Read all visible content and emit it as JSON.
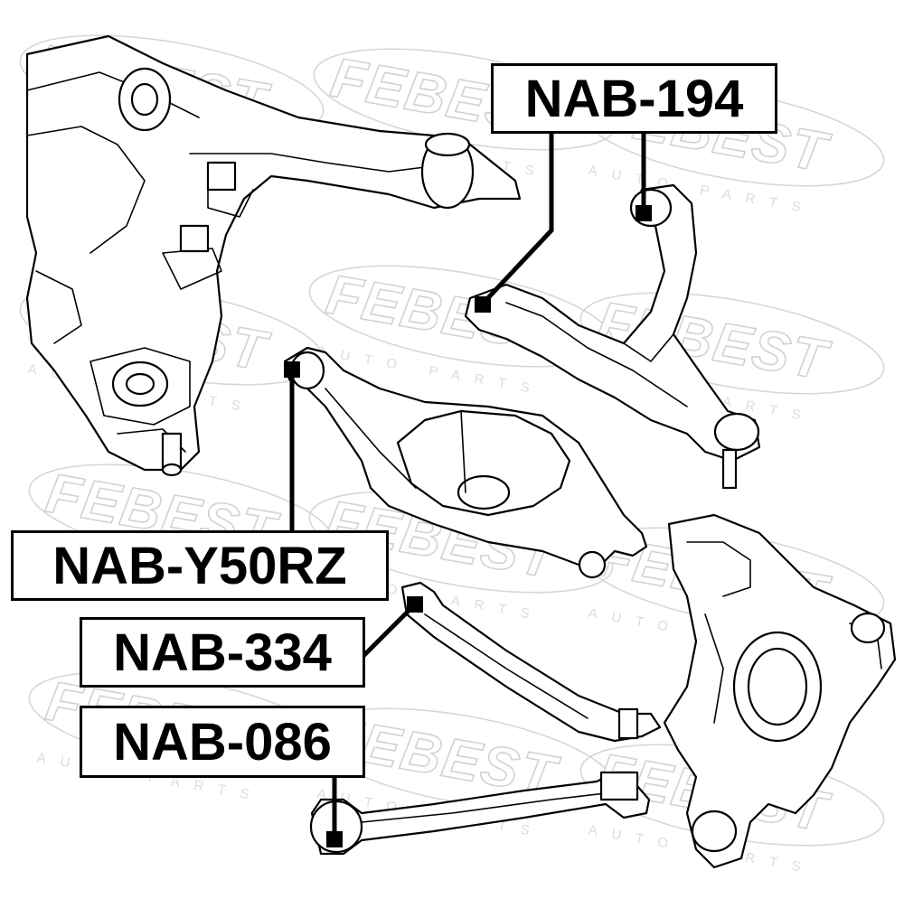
{
  "watermark": {
    "brand": "FEBEST",
    "tagline": "AUTO PARTS"
  },
  "labels": {
    "nab_194": "NAB-194",
    "nab_y50rz": "NAB-Y50RZ",
    "nab_334": "NAB-334",
    "nab_086": "NAB-086"
  }
}
